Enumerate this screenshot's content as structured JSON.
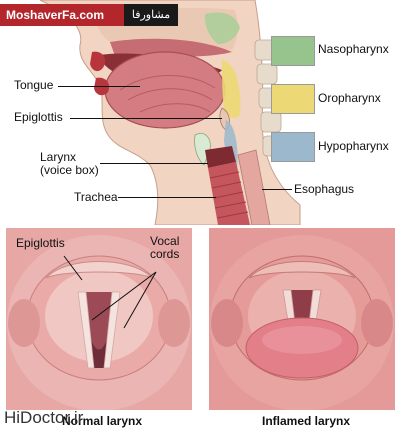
{
  "watermark": {
    "site": "MoshaverFa.com",
    "site_fa": "مشاورفا"
  },
  "legend": [
    {
      "label": "Nasopharynx",
      "color": "#97c48c"
    },
    {
      "label": "Oropharynx",
      "color": "#ecd874"
    },
    {
      "label": "Hypopharynx",
      "color": "#9bb8cc"
    }
  ],
  "labels": {
    "tongue": "Tongue",
    "epiglottis": "Epiglottis",
    "larynx_line1": "Larynx",
    "larynx_line2": "(voice box)",
    "trachea": "Trachea",
    "esophagus": "Esophagus"
  },
  "bottom_left": {
    "epiglottis": "Epiglottis",
    "vocal_line1": "Vocal",
    "vocal_line2": "cords",
    "caption": "Normal larynx"
  },
  "bottom_right": {
    "caption": "Inflamed larynx"
  },
  "footer_watermark": "HiDoctor.ir"
}
